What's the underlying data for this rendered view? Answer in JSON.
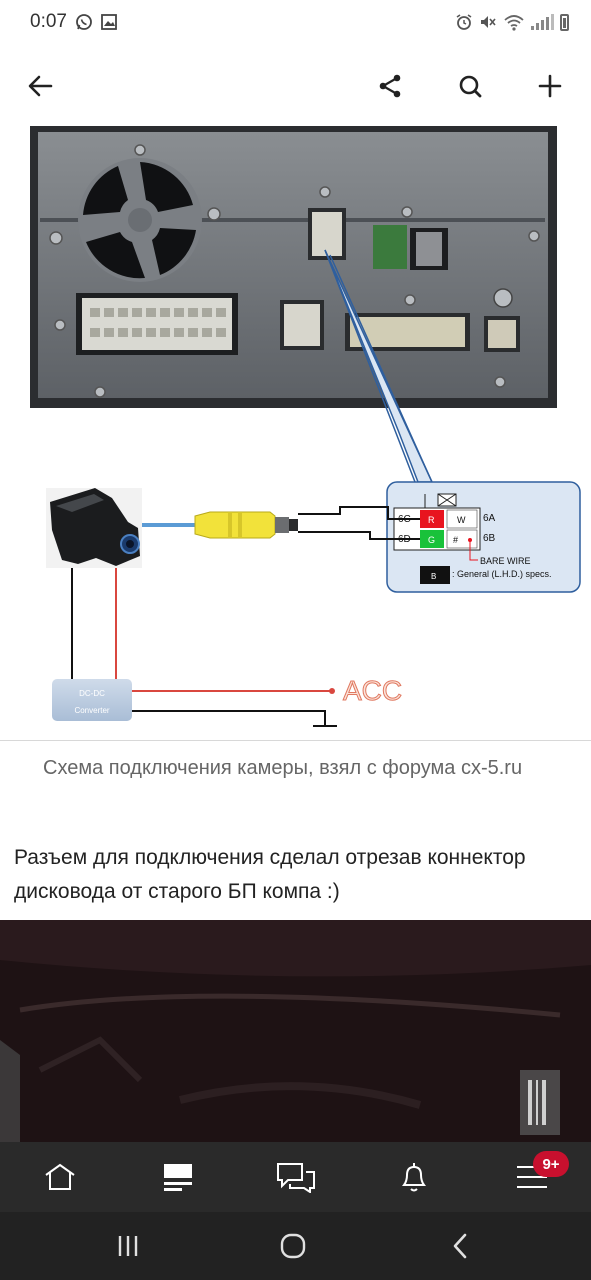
{
  "status_bar": {
    "time": "0:07",
    "left_icons": [
      "whatsapp-icon",
      "image-icon"
    ],
    "right_icons": [
      "alarm-icon",
      "mute-icon",
      "wifi-icon",
      "signal-icon",
      "battery-icon"
    ]
  },
  "app_bar": {
    "icons": [
      "back-arrow-icon",
      "share-icon",
      "search-icon",
      "plus-icon"
    ]
  },
  "diagram": {
    "pin_labels": {
      "p6c": "6C",
      "p6d": "6D",
      "p6a": "6A",
      "p6b": "6B"
    },
    "cell_labels": {
      "r": "R",
      "w": "W",
      "g": "G",
      "hash": "#",
      "b": "B"
    },
    "bare_wire": "BARE WIRE",
    "general_spec": ": General (L.H.D.) specs.",
    "converter_line1": "DC-DC",
    "converter_line2": "Converter",
    "acc_label": "ACC",
    "colors": {
      "red": "#e8141f",
      "green": "#19c23a",
      "yellow": "#f2e23a",
      "callout": "#dbe6f3"
    }
  },
  "caption": "Схема подключения камеры, взял с форума cx-5.ru",
  "body_text": "Разъем для подключения сделал отрезав коннектор дисковода от старого БП компа :)",
  "bottom_nav": {
    "icons": [
      "home-icon",
      "feed-icon",
      "messages-icon",
      "notifications-icon",
      "menu-icon"
    ],
    "badge": "9+"
  },
  "system_nav": {
    "icons": [
      "recents-icon",
      "home-circle-icon",
      "back-chevron-icon"
    ]
  }
}
